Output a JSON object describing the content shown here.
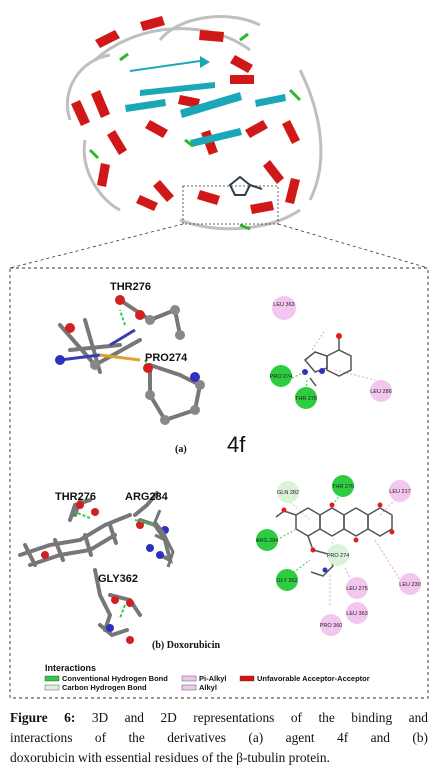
{
  "panel_a": {
    "residues_3d": [
      "THR276",
      "PRO274"
    ],
    "residues_2d": [
      "LEU 363",
      "PRO 274",
      "THR 276",
      "LEU 286"
    ],
    "label": "(a)",
    "compound": "4f"
  },
  "panel_b": {
    "residues_3d": [
      "THR276",
      "ARG284",
      "GLY362"
    ],
    "residues_2d": [
      "GLN 282",
      "THR 276",
      "LEU 217",
      "ARG 284",
      "PRO 274",
      "LEU 275",
      "LEU 230",
      "GLY 362",
      "LEU 363",
      "PRO 360"
    ],
    "label": "(b) Doxorubicin"
  },
  "legend": {
    "title": "Interactions",
    "items": [
      {
        "label": "Conventional Hydrogen Bond",
        "color": "#2ecc40"
      },
      {
        "label": "Carbon Hydrogen Bond",
        "color": "#d9f2d9"
      },
      {
        "label": "Pi-Alkyl",
        "color": "#f3c6ef"
      },
      {
        "label": "Alkyl",
        "color": "#f0c8f0"
      },
      {
        "label": "Unfavorable Acceptor-Acceptor",
        "color": "#e01010"
      }
    ]
  },
  "caption": {
    "label": "Figure 6:",
    "line1": "3D and 2D representations of the binding and",
    "line2": "interactions of the derivatives (a) agent 4f and (b)",
    "line3": "doxorubicin with essential residues of the β-tubulin protein."
  },
  "colors": {
    "helix": "#d01818",
    "sheet": "#1aa7b8",
    "turn": "#2eb82e",
    "coil": "#bfbfbf"
  }
}
